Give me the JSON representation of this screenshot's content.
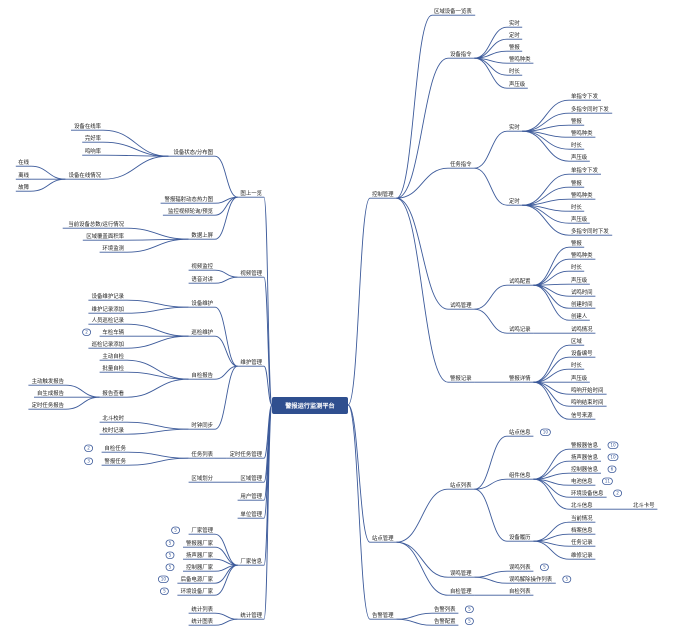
{
  "root": {
    "label": "警报运行监测平台"
  },
  "left": [
    {
      "id": "L1",
      "label": "图上一览",
      "children": [
        {
          "id": "L1a",
          "label": "设备状态/分布图",
          "children": [
            {
              "id": "L1a1",
              "label": "设备在线率"
            },
            {
              "id": "L1a2",
              "label": "完好率"
            },
            {
              "id": "L1a3",
              "label": "鸣响率"
            },
            {
              "id": "L1a4",
              "label": "设备在线情况",
              "children": [
                {
                  "id": "L1a4a",
                  "label": "在线"
                },
                {
                  "id": "L1a4b",
                  "label": "离线"
                },
                {
                  "id": "L1a4c",
                  "label": "故障"
                }
              ]
            }
          ]
        },
        {
          "id": "L1b",
          "label": "警报辐射动态热力图"
        },
        {
          "id": "L1c",
          "label": "监控视频轮询/预览"
        },
        {
          "id": "L1d",
          "label": "数据上屏",
          "children": [
            {
              "id": "L1d1",
              "label": "当前设备总数/运行情况"
            },
            {
              "id": "L1d2",
              "label": "区域覆盖面积率"
            },
            {
              "id": "L1d3",
              "label": "环境监测"
            }
          ]
        }
      ]
    },
    {
      "id": "L2",
      "label": "视频管理",
      "children": [
        {
          "id": "L2a",
          "label": "视频监控"
        },
        {
          "id": "L2b",
          "label": "语音对讲"
        }
      ]
    },
    {
      "id": "L3",
      "label": "维护管理",
      "children": [
        {
          "id": "L3a",
          "label": "设备维护",
          "children": [
            {
              "id": "L3a1",
              "label": "设备维护记录"
            },
            {
              "id": "L3a2",
              "label": "维护记录添加"
            }
          ]
        },
        {
          "id": "L3b",
          "label": "巡检维护",
          "children": [
            {
              "id": "L3b1",
              "label": "人员巡检记录"
            },
            {
              "id": "L3b2",
              "label": "车检车辆",
              "badge": "2"
            },
            {
              "id": "L3b3",
              "label": "巡检记录添加"
            }
          ]
        },
        {
          "id": "L3c",
          "label": "自检报告",
          "children": [
            {
              "id": "L3c1",
              "label": "主动自检"
            },
            {
              "id": "L3c2",
              "label": "批量自检"
            },
            {
              "id": "L3c3",
              "label": "报告查看",
              "children": [
                {
                  "id": "L3c3a",
                  "label": "主动触发报告"
                },
                {
                  "id": "L3c3b",
                  "label": "自生成报告"
                },
                {
                  "id": "L3c3c",
                  "label": "定时任务报告"
                }
              ]
            }
          ]
        },
        {
          "id": "L3d",
          "label": "时钟同步",
          "children": [
            {
              "id": "L3d1",
              "label": "北斗校时"
            },
            {
              "id": "L3d2",
              "label": "校时记录"
            }
          ]
        }
      ]
    },
    {
      "id": "L4",
      "label": "定时任务管理",
      "children": [
        {
          "id": "L4a",
          "label": "任务列表",
          "children": [
            {
              "id": "L4a1",
              "label": "自检任务",
              "badge": "2"
            },
            {
              "id": "L4a2",
              "label": "警报任务",
              "badge": "3"
            }
          ]
        }
      ]
    },
    {
      "id": "L5",
      "label": "区域管理",
      "children": [
        {
          "id": "L5a",
          "label": "区域划分"
        }
      ]
    },
    {
      "id": "L6",
      "label": "用户管理"
    },
    {
      "id": "L7",
      "label": "单位管理"
    },
    {
      "id": "L8",
      "label": "厂家信息",
      "children": [
        {
          "id": "L8a",
          "label": "厂家管理",
          "badge": "5"
        },
        {
          "id": "L8b",
          "label": "警报器厂家",
          "badge": "5"
        },
        {
          "id": "L8c",
          "label": "扬声器厂家",
          "badge": "5"
        },
        {
          "id": "L8d",
          "label": "控制器厂家",
          "badge": "5"
        },
        {
          "id": "L8e",
          "label": "后备电源厂家",
          "badge": "10"
        },
        {
          "id": "L8f",
          "label": "环境设备厂家",
          "badge": "5"
        }
      ]
    },
    {
      "id": "L9",
      "label": "统计管理",
      "children": [
        {
          "id": "L9a",
          "label": "统计列表"
        },
        {
          "id": "L9b",
          "label": "统计图表"
        }
      ]
    }
  ],
  "right": [
    {
      "id": "R1",
      "label": "控制管理",
      "children": [
        {
          "id": "R1a",
          "label": "区域设备一览表"
        },
        {
          "id": "R1b",
          "label": "设备指令",
          "children": [
            {
              "id": "R1b1",
              "label": "实时"
            },
            {
              "id": "R1b2",
              "label": "定时"
            },
            {
              "id": "R1b3",
              "label": "警报"
            },
            {
              "id": "R1b4",
              "label": "警鸣种类"
            },
            {
              "id": "R1b5",
              "label": "时长"
            },
            {
              "id": "R1b6",
              "label": "声压级"
            }
          ]
        },
        {
          "id": "R1c",
          "label": "任务指令",
          "children": [
            {
              "id": "R1c1",
              "label": "实时",
              "children": [
                {
                  "id": "R1c1a",
                  "label": "单指令下发"
                },
                {
                  "id": "R1c1b",
                  "label": "多指令同时下发"
                },
                {
                  "id": "R1c1c",
                  "label": "警报"
                },
                {
                  "id": "R1c1d",
                  "label": "警鸣种类"
                },
                {
                  "id": "R1c1e",
                  "label": "时长"
                },
                {
                  "id": "R1c1f",
                  "label": "声压级"
                }
              ]
            },
            {
              "id": "R1c2",
              "label": "定时",
              "children": [
                {
                  "id": "R1c2a",
                  "label": "单指令下发"
                },
                {
                  "id": "R1c2b",
                  "label": "警报"
                },
                {
                  "id": "R1c2c",
                  "label": "警鸣种类"
                },
                {
                  "id": "R1c2d",
                  "label": "时长"
                },
                {
                  "id": "R1c2e",
                  "label": "声压级"
                },
                {
                  "id": "R1c2f",
                  "label": "多指令同时下发"
                }
              ]
            }
          ]
        },
        {
          "id": "R1d",
          "label": "试鸣管理",
          "children": [
            {
              "id": "R1d1",
              "label": "试鸣配置",
              "children": [
                {
                  "id": "R1d1a",
                  "label": "警报"
                },
                {
                  "id": "R1d1b",
                  "label": "警鸣种类"
                },
                {
                  "id": "R1d1c",
                  "label": "时长"
                },
                {
                  "id": "R1d1d",
                  "label": "声压级"
                },
                {
                  "id": "R1d1e",
                  "label": "试鸣时间"
                },
                {
                  "id": "R1d1f",
                  "label": "创建时间"
                },
                {
                  "id": "R1d1g",
                  "label": "创建人"
                }
              ]
            },
            {
              "id": "R1d2",
              "label": "试鸣记录",
              "children": [
                {
                  "id": "R1d2a",
                  "label": "试鸣情况"
                }
              ]
            }
          ]
        },
        {
          "id": "R1e",
          "label": "警报记录",
          "children": [
            {
              "id": "R1e1",
              "label": "警报详情",
              "children": [
                {
                  "id": "R1e1a",
                  "label": "区域"
                },
                {
                  "id": "R1e1b",
                  "label": "设备编号"
                },
                {
                  "id": "R1e1c",
                  "label": "时长"
                },
                {
                  "id": "R1e1d",
                  "label": "声压级"
                },
                {
                  "id": "R1e1e",
                  "label": "鸣响开始时间"
                },
                {
                  "id": "R1e1f",
                  "label": "鸣响结束时间"
                },
                {
                  "id": "R1e1g",
                  "label": "信号来源"
                }
              ]
            }
          ]
        }
      ]
    },
    {
      "id": "R2",
      "label": "站点管理",
      "children": [
        {
          "id": "R2a",
          "label": "站点列表",
          "children": [
            {
              "id": "R2a1",
              "label": "站点信息",
              "badge": "10"
            },
            {
              "id": "R2a2",
              "label": "组件信息",
              "children": [
                {
                  "id": "R2a2a",
                  "label": "警报器信息",
                  "badge": "10"
                },
                {
                  "id": "R2a2b",
                  "label": "扬声器信息",
                  "badge": "10"
                },
                {
                  "id": "R2a2c",
                  "label": "控制器信息",
                  "badge": "6"
                },
                {
                  "id": "R2a2d",
                  "label": "电池信息",
                  "badge": "11"
                },
                {
                  "id": "R2a2e",
                  "label": "环境设备信息",
                  "badge": "2"
                },
                {
                  "id": "R2a2f",
                  "label": "北斗信息",
                  "children": [
                    {
                      "id": "R2a2f1",
                      "label": "北斗卡号"
                    }
                  ]
                }
              ]
            },
            {
              "id": "R2a3",
              "label": "设备履历",
              "children": [
                {
                  "id": "R2a3a",
                  "label": "当前情况"
                },
                {
                  "id": "R2a3b",
                  "label": "档案信息"
                },
                {
                  "id": "R2a3c",
                  "label": "任务记录"
                },
                {
                  "id": "R2a3d",
                  "label": "维修记录"
                }
              ]
            }
          ]
        },
        {
          "id": "R2b",
          "label": "误鸣管理",
          "children": [
            {
              "id": "R2b1",
              "label": "误鸣列表",
              "badge": "5"
            },
            {
              "id": "R2b2",
              "label": "误鸣解除操作列表",
              "badge": "5"
            }
          ]
        },
        {
          "id": "R2c",
          "label": "自检管理",
          "children": [
            {
              "id": "R2c1",
              "label": "自检列表"
            }
          ]
        }
      ]
    },
    {
      "id": "R3",
      "label": "告警管理",
      "children": [
        {
          "id": "R3a",
          "label": "告警列表",
          "badge": "5"
        },
        {
          "id": "R3b",
          "label": "告警配置",
          "badge": "5"
        }
      ]
    }
  ]
}
